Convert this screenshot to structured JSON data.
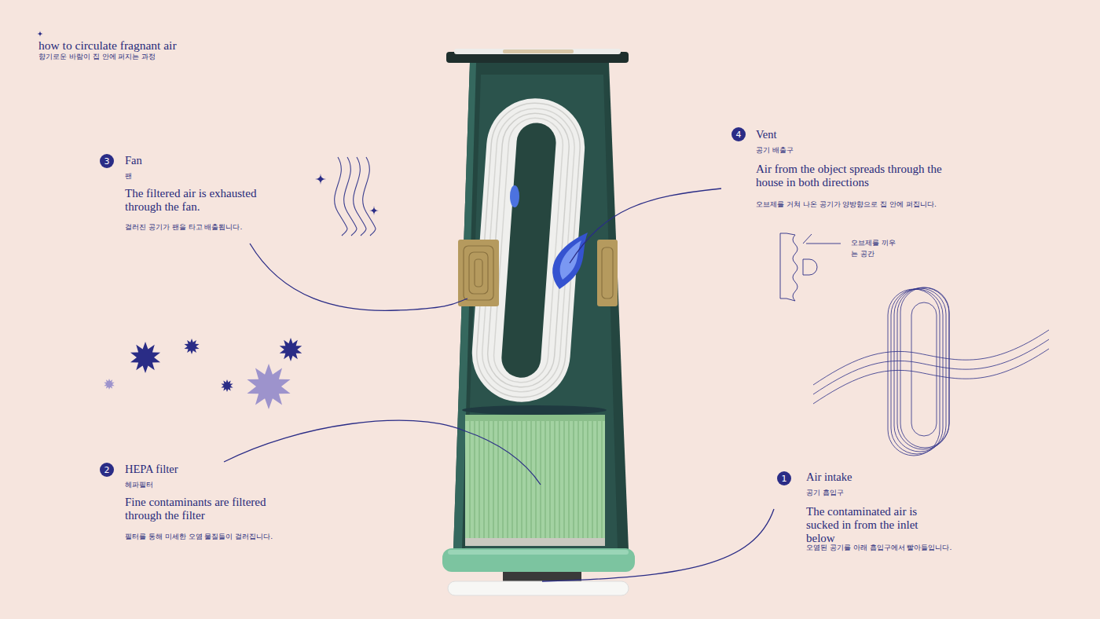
{
  "diagram": {
    "title": "how to circulate fragnant air",
    "nodes": [
      {
        "text": [
          "3"
        ]
      },
      {
        "text": [
          "4"
        ]
      },
      {
        "text": [
          "2"
        ]
      },
      {
        "text": [
          "1"
        ]
      }
    ],
    "labels": [
      "향기로운 바람이 집 안에 퍼지는 과정",
      "Fan",
      "팬",
      "The filtered air is exhausted through the fan.",
      "걸러진 공기가 팬을 타고 배출됩니다.",
      "Vent",
      "공기 배출구",
      "Air from the object spreads through the house in both directions",
      "오브제를 거쳐 나온 공기가 양방향으로 집 안에 퍼집니다.",
      "오브제를 끼우는 공간",
      "HEPA filter",
      "헤파필터",
      "Fine contaminants are filtered through the filter",
      "필터를 통해 미세한 오염 물질들이 걸러집니다.",
      "Air intake",
      "공기 흡입구",
      "The contaminated air is sucked in from the inlet below",
      "오염된 공기를 아래 흡입구에서 빨아들입니다."
    ]
  }
}
